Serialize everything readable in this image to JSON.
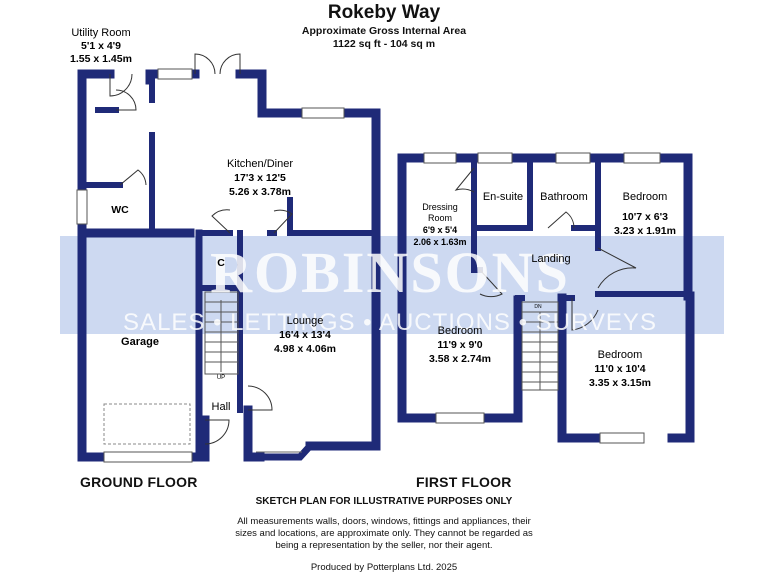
{
  "header": {
    "title": "Rokeby Way",
    "area_label": "Approximate Gross Internal Area",
    "area_value": "1122 sq ft - 104 sq m"
  },
  "watermark": {
    "brand": "ROBINSONS",
    "tagline": "SALES • LETTINGS • AUCTIONS • SURVEYS"
  },
  "ground_floor": {
    "label": "GROUND FLOOR",
    "rooms": {
      "utility": {
        "name": "Utility Room",
        "imperial": "5'1 x 4'9",
        "metric": "1.55 x 1.45m"
      },
      "kitchen": {
        "name": "Kitchen/Diner",
        "imperial": "17'3 x 12'5",
        "metric": "5.26 x 3.78m"
      },
      "wc": {
        "name": "WC"
      },
      "cupboard": {
        "name": "C"
      },
      "garage": {
        "name": "Garage"
      },
      "lounge": {
        "name": "Lounge",
        "imperial": "16'4 x 13'4",
        "metric": "4.98 x 4.06m"
      },
      "hall": {
        "name": "Hall"
      },
      "stairs_up": "UP"
    }
  },
  "first_floor": {
    "label": "FIRST FLOOR",
    "rooms": {
      "dressing": {
        "name_line1": "Dressing",
        "name_line2": "Room",
        "imperial": "6'9 x 5'4",
        "metric": "2.06 x 1.63m"
      },
      "ensuite": {
        "name": "En-suite"
      },
      "bathroom": {
        "name": "Bathroom"
      },
      "bedroom_ne": {
        "name": "Bedroom",
        "imperial": "10'7 x 6'3",
        "metric": "3.23 x 1.91m"
      },
      "landing": {
        "name": "Landing"
      },
      "bedroom_w": {
        "name": "Bedroom",
        "imperial": "11'9 x 9'0",
        "metric": "3.58 x 2.74m"
      },
      "bedroom_se": {
        "name": "Bedroom",
        "imperial": "11'0 x 10'4",
        "metric": "3.35 x 3.15m"
      },
      "stairs_dn": "DN"
    }
  },
  "footer": {
    "headline": "SKETCH PLAN FOR ILLUSTRATIVE PURPOSES ONLY",
    "disclaimer_1": "All measurements walls, doors, windows, fittings and appliances, their",
    "disclaimer_2": "sizes and locations, are approximate only. They cannot be regarded as",
    "disclaimer_3": "being a representation by the seller, nor their agent.",
    "credit": "Produced by Potterplans Ltd. 2025"
  },
  "colors": {
    "wall": "#1f2a78",
    "watermark_band": "#cdd9f1",
    "window": "#ffffff",
    "line": "#333333"
  }
}
